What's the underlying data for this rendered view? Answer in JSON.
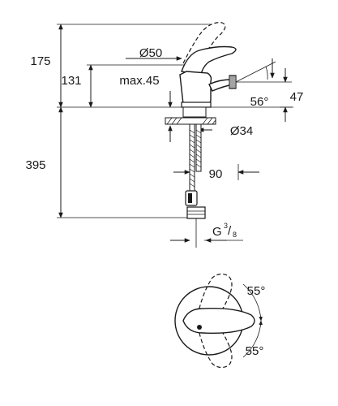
{
  "drawing": {
    "dimensions": {
      "total_height": "175",
      "spout_height": "131",
      "aerator_diameter": "Ø50",
      "deck_thickness": "max.45",
      "spray_angle": "56°",
      "spray_height": "47",
      "base_diameter": "Ø34",
      "below_deck": "395",
      "reach": "90",
      "thread_prefix": "G",
      "thread_num": "3",
      "thread_den": "8",
      "lever_angle_top": "55°",
      "lever_angle_bottom": "55°"
    }
  }
}
